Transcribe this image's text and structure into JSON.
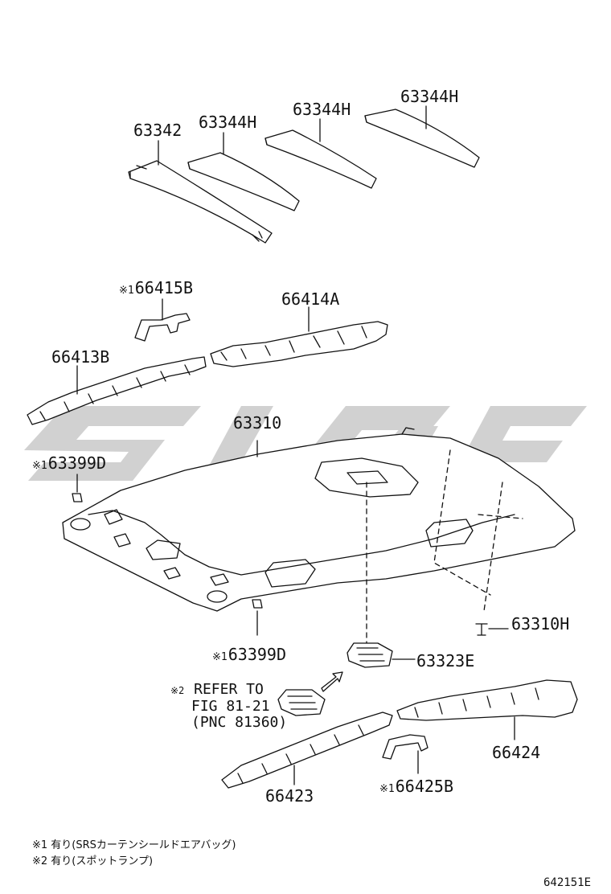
{
  "callouts": {
    "c63342": "63342",
    "c63344h_1": "63344H",
    "c63344h_2": "63344H",
    "c63344h_3": "63344H",
    "c66415b": "66415B",
    "c66414a": "66414A",
    "c66413b": "66413B",
    "c63310": "63310",
    "c63399d_1": "63399D",
    "c63399d_2": "63399D",
    "c63310h": "63310H",
    "c63323e": "63323E",
    "c66424": "66424",
    "c66423": "66423",
    "c66425b": "66425B"
  },
  "marks": {
    "m1": "※1",
    "m2": "※2"
  },
  "refer": {
    "line1": "REFER TO",
    "line2": "FIG 81-21",
    "line3": "(PNC 81360)"
  },
  "notes": {
    "n1": "※1 有り(SRSカーテンシールドエアバッグ)",
    "n2": "※2 有り(スポットランプ)"
  },
  "doc_id": "642151E",
  "colors": {
    "ink": "#111111",
    "watermark": "#c8c8c8"
  }
}
